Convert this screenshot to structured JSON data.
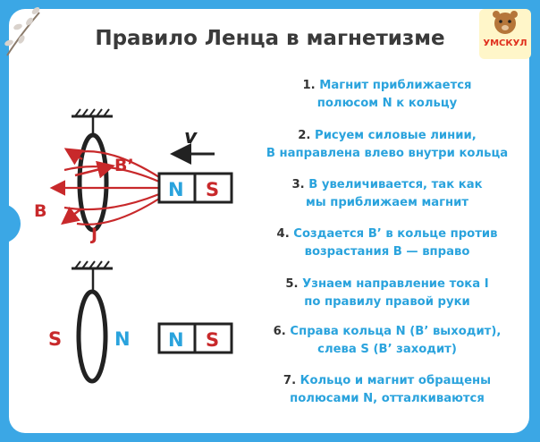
{
  "title": "Правило Ленца в магнетизме",
  "logo": {
    "text": "УМСКУЛ"
  },
  "steps": [
    {
      "num": "1.",
      "line1": "Магнит приближается",
      "line2": "полюсом N к кольцу"
    },
    {
      "num": "2.",
      "line1": "Рисуем силовые линии,",
      "line2": "B направлена влево внутри кольца"
    },
    {
      "num": "3.",
      "line1": "B увеличивается, так как",
      "line2": "мы приближаем магнит"
    },
    {
      "num": "4.",
      "line1": "Создается B’ в кольце против",
      "line2": "возрастания B — вправо"
    },
    {
      "num": "5.",
      "line1": "Узнаем направление тока I",
      "line2": "по правилу правой руки"
    },
    {
      "num": "6.",
      "line1": "Справа кольца N (B’ выходит),",
      "line2": "слева S (B’ заходит)"
    },
    {
      "num": "7.",
      "line1": "Кольцо и магнит обращены",
      "line2": "полюсами N, отталкиваются"
    }
  ],
  "top_diagram": {
    "velocity": "v",
    "b_prime": "B’",
    "b": "B",
    "current": "J",
    "magnet_n": "N",
    "magnet_s": "S"
  },
  "bottom_diagram": {
    "ring_s": "S",
    "ring_n": "N",
    "magnet_n": "N",
    "magnet_s": "S"
  },
  "colors": {
    "accent": "#2aa3dd",
    "frame": "#3ba7e5",
    "field_lines": "#c8292b",
    "step_number": "#333333",
    "magnet_label": "#2aa3dd",
    "pole_label": "#c8292b"
  },
  "icons": {
    "branch": "willow-branch-icon",
    "logo": "bear-mascot-logo",
    "arrow": "velocity-arrow-icon"
  }
}
